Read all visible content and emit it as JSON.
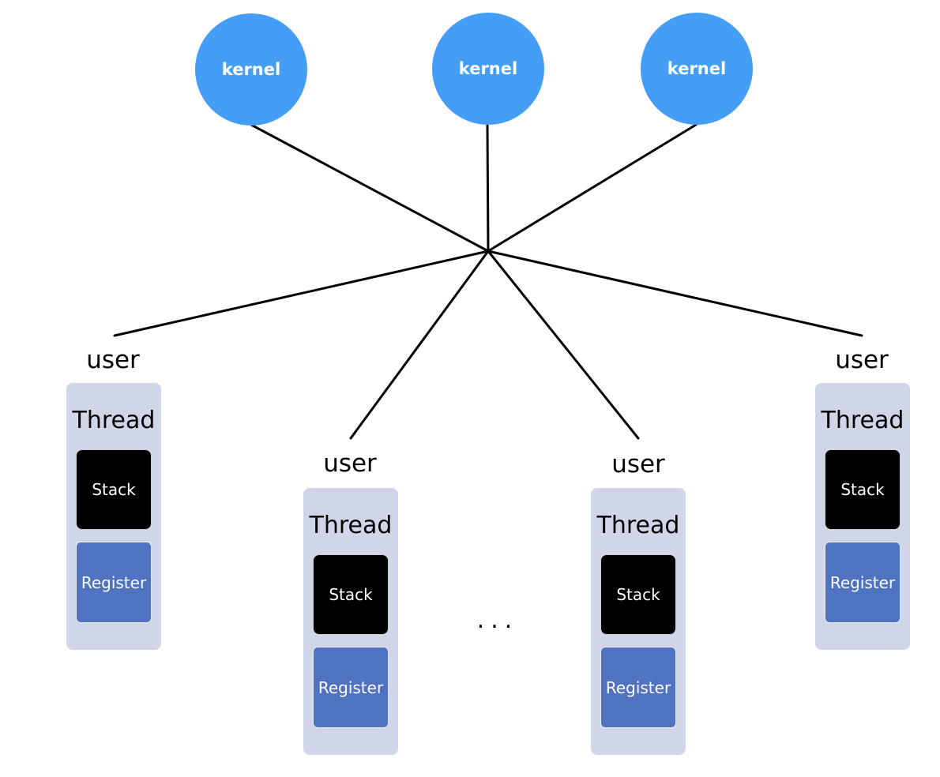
{
  "kernels": [
    {
      "label": "kernel"
    },
    {
      "label": "kernel"
    },
    {
      "label": "kernel"
    }
  ],
  "threads": [
    {
      "user_label": "user",
      "thread_label": "Thread",
      "stack_label": "Stack",
      "register_label": "Register"
    },
    {
      "user_label": "user",
      "thread_label": "Thread",
      "stack_label": "Stack",
      "register_label": "Register"
    },
    {
      "user_label": "user",
      "thread_label": "Thread",
      "stack_label": "Stack",
      "register_label": "Register"
    },
    {
      "user_label": "user",
      "thread_label": "Thread",
      "stack_label": "Stack",
      "register_label": "Register"
    }
  ],
  "ellipsis": "...",
  "colors": {
    "kernel": "#449ef5",
    "thread_bg": "#d0d5e8",
    "stack": "#000000",
    "register": "#4f73c1"
  }
}
